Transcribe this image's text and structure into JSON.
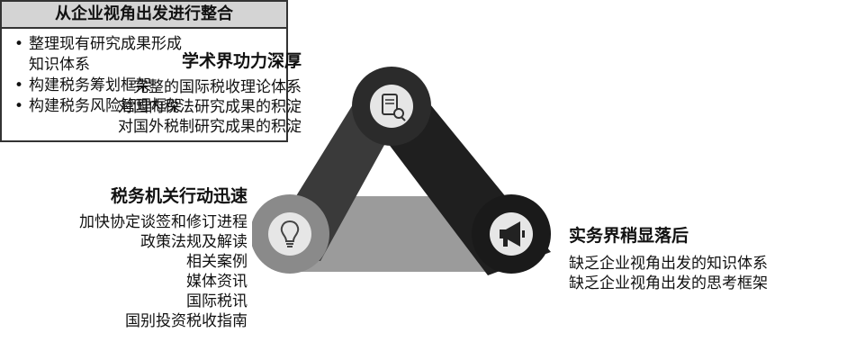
{
  "academia": {
    "title": "学术界功力深厚",
    "lines": [
      "完整的国际税收理论体系",
      "对国内税法研究成果的积淀",
      "对国外税制研究成果的积淀"
    ]
  },
  "tax_authority": {
    "title": "税务机关行动迅速",
    "lines": [
      "加快协定谈签和修订进程",
      "政策法规及解读",
      "相关案例",
      "媒体资讯",
      "国际税讯",
      "国别投资税收指南"
    ]
  },
  "practice": {
    "title": "实务界稍显落后",
    "lines": [
      "缺乏企业视角出发的知识体系",
      "缺乏企业视角出发的思考框架"
    ]
  },
  "integration": {
    "title": "从企业视角出发进行整合",
    "items": [
      "整理现有研究成果形成",
      "知识体系",
      "构建税务筹划框架",
      "构建税务风险管理框架"
    ]
  },
  "icons": {
    "top": "document-search-icon",
    "left": "lightbulb-icon",
    "right": "megaphone-icon"
  },
  "colors": {
    "dark_band": "#1f1f1f",
    "mid_band": "#3a3a3a",
    "light_band": "#9b9b9b",
    "icon_circle": "#e6e6e6",
    "box_title_bg": "#d4d4d4"
  }
}
